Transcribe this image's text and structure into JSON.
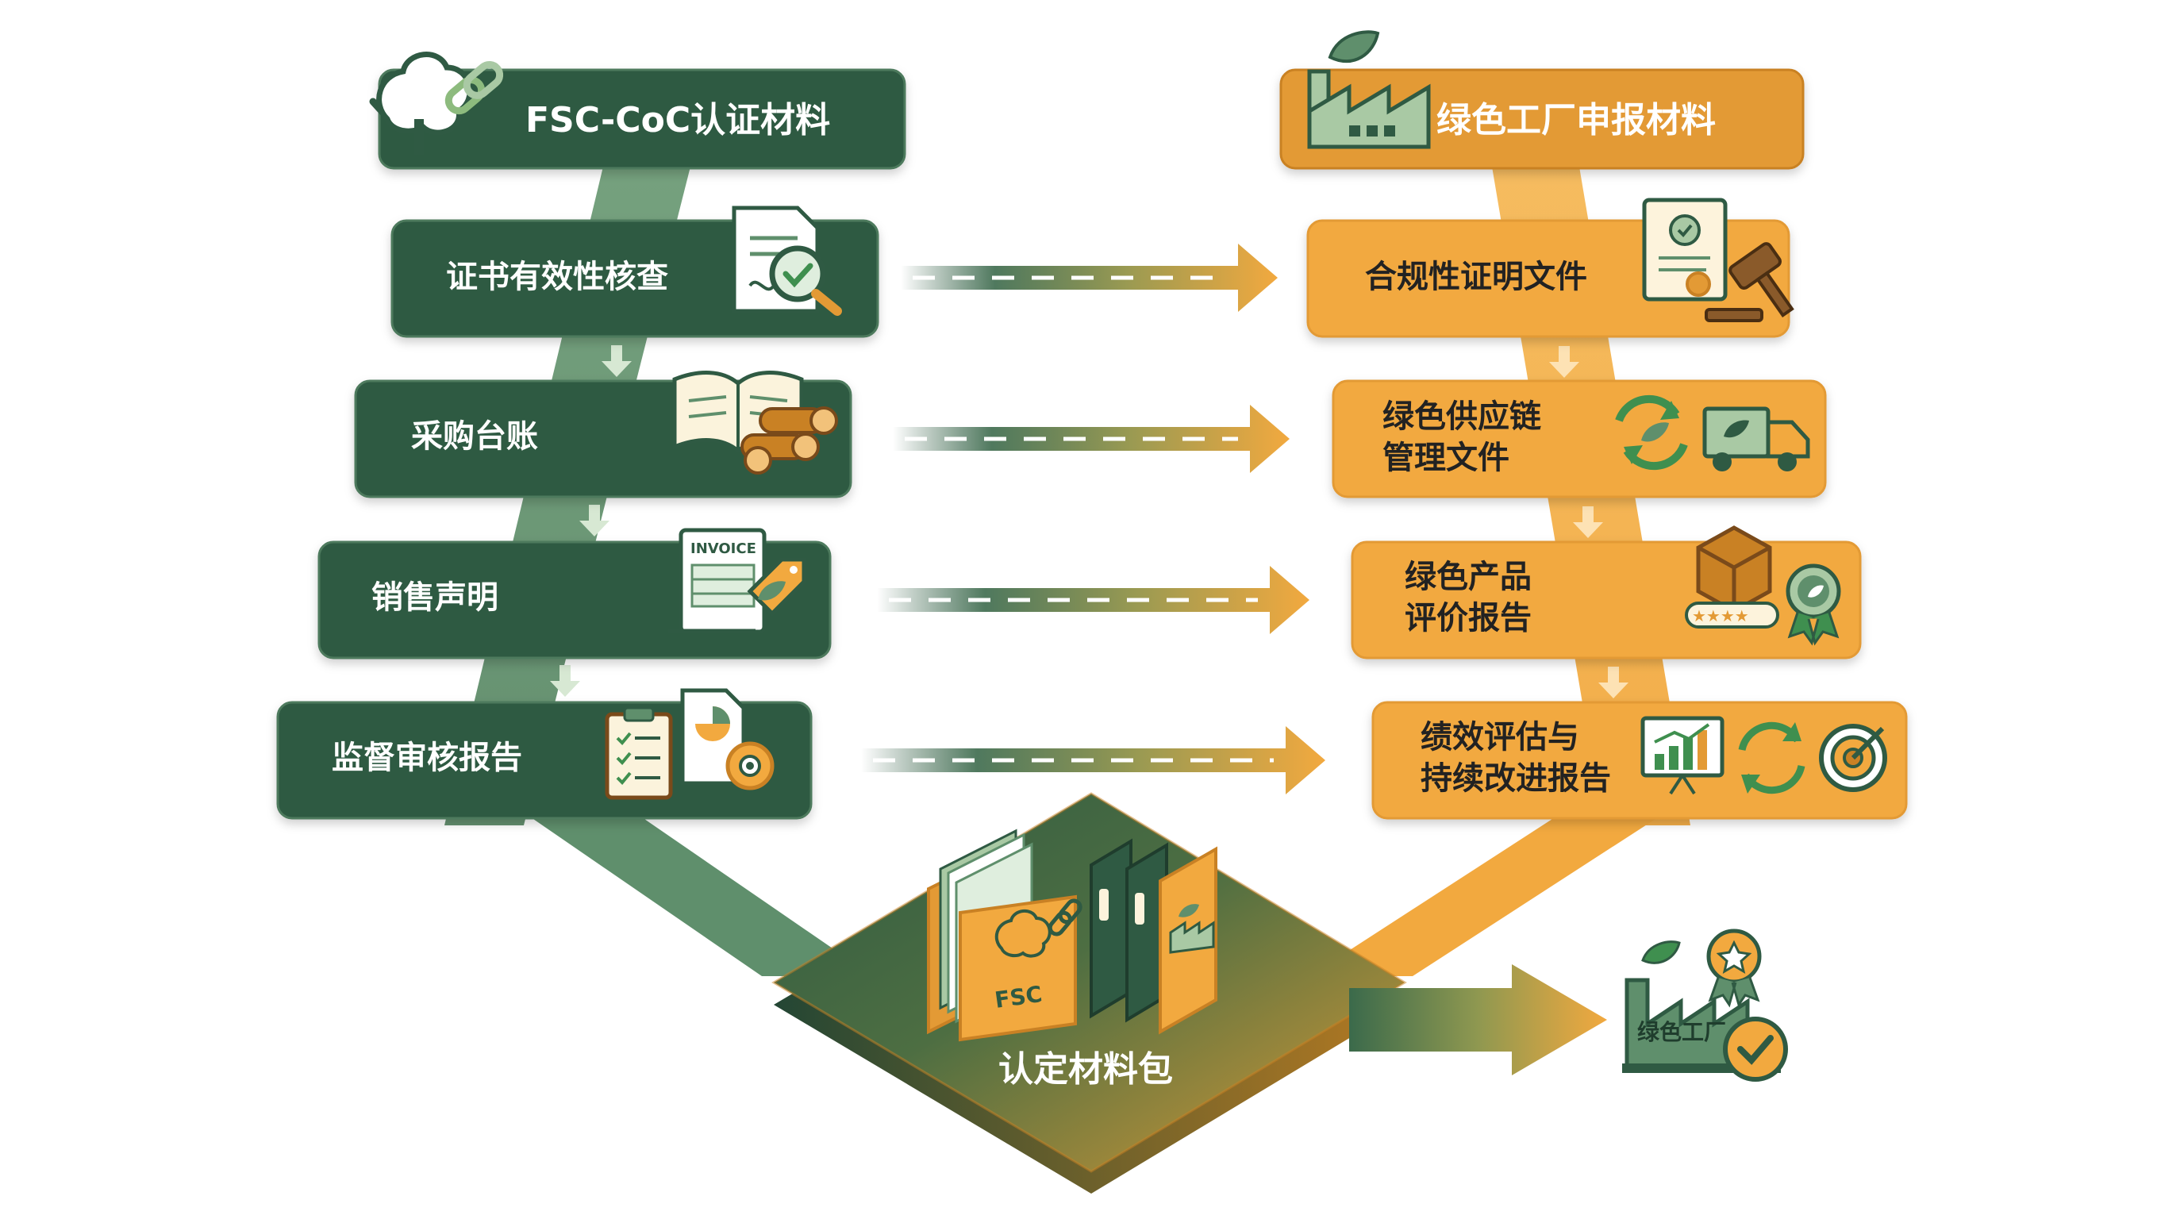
{
  "left_column": {
    "header": "FSC-CoC认证材料",
    "items": [
      "证书有效性核查",
      "采购台账",
      "销售声明",
      "监督审核报告"
    ]
  },
  "right_column": {
    "header": "绿色工厂申报材料",
    "items": [
      [
        "合规性证明文件"
      ],
      [
        "绿色供应链",
        "管理文件"
      ],
      [
        "绿色产品",
        "评价报告"
      ],
      [
        "绩效评估与",
        "持续改进报告"
      ]
    ]
  },
  "center": {
    "label": "认定材料包",
    "folder_text": "FSC"
  },
  "result": {
    "label": "绿色工厂"
  },
  "icons": {
    "left_header": "tree-chain-logo-icon",
    "right_header": "factory-leaf-icon",
    "left_items": [
      "certificate-magnifier-icon",
      "ledger-logs-icon",
      "invoice-leaf-tag-icon",
      "clipboard-chart-gear-icon"
    ],
    "right_items": [
      "certificate-gavel-icon",
      "recycle-truck-icon",
      "box-award-stars-icon",
      "chart-cycle-target-icon"
    ],
    "center": "folders-binders-icon",
    "result": "factory-award-check-icon",
    "invoice_text": "INVOICE"
  },
  "colors": {
    "green_dark": "#2f5a43",
    "green_mid": "#5f8f6c",
    "green_light": "#a9c9a4",
    "orange": "#f2a93f",
    "orange_light": "#f6c477",
    "orange_dark": "#c98124",
    "cream": "#fdf3dc"
  }
}
